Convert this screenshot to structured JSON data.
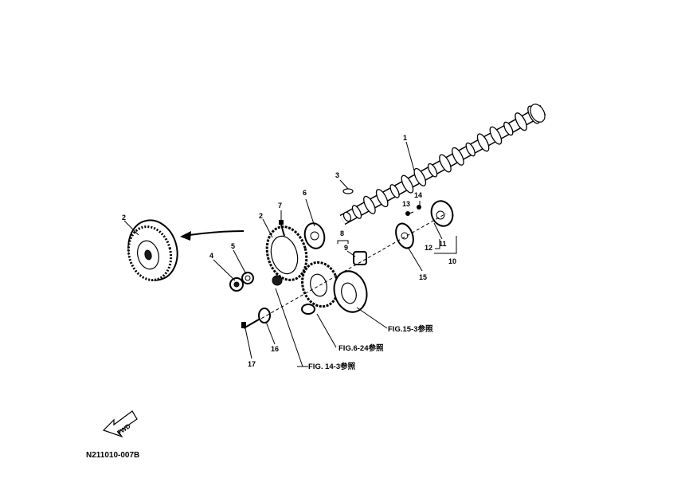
{
  "labels": {
    "p1": "1",
    "p2a": "2",
    "p2b": "2",
    "p3": "3",
    "p4": "4",
    "p5": "5",
    "p6": "6",
    "p7": "7",
    "p8": "8",
    "p9": "9",
    "p10": "10",
    "p11": "11",
    "p12": "12",
    "p13": "13",
    "p14": "14",
    "p15": "15",
    "p16": "16",
    "p17": "17"
  },
  "references": {
    "fig15": "FIG.15-3参照",
    "fig6": "FIG.6-24参照",
    "fig14": "FIG. 14-3参照"
  },
  "fwd_label": "FWD",
  "drawing_code": "N211010-007B"
}
